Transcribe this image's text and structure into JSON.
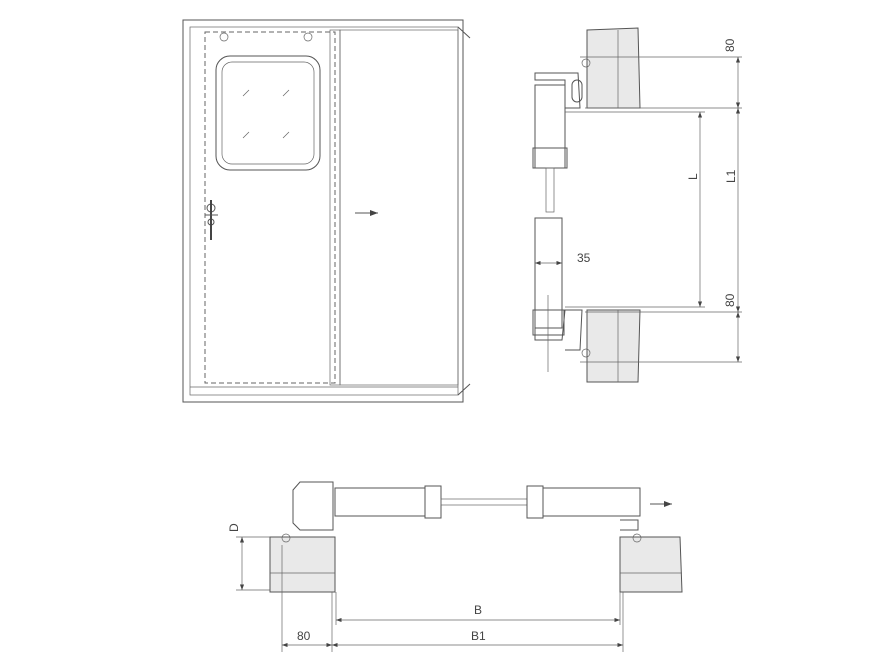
{
  "labels": {
    "top_80": "80",
    "L": "L",
    "L1": "L1",
    "bottom_80": "80",
    "leaf_35": "35",
    "D": "D",
    "B": "B",
    "B1": "B1",
    "plan_80": "80"
  },
  "colors": {
    "line": "#555555",
    "background": "#ffffff"
  }
}
